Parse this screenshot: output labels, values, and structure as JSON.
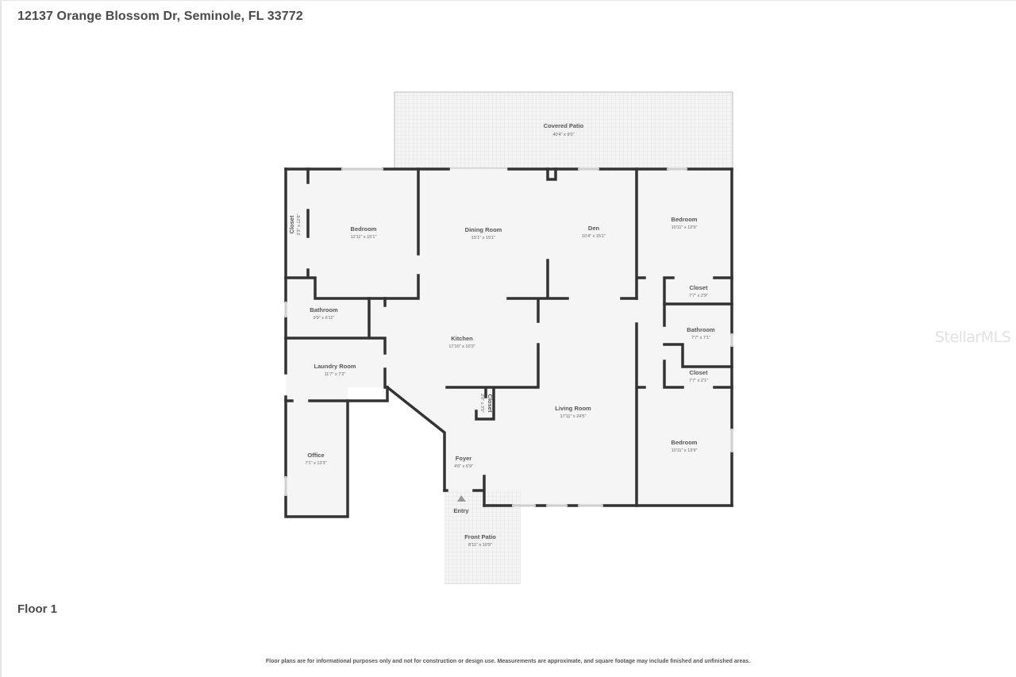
{
  "header": {
    "address": "12137 Orange Blossom Dr, Seminole, FL 33772"
  },
  "floor": {
    "label": "Floor 1"
  },
  "watermark": "StellarMLS",
  "disclaimer": "Floor plans are for informational purposes only and not for construction or design use. Measurements are approximate, and square footage may include finished and unfinished areas.",
  "colors": {
    "wall": "#333333",
    "floor": "#f5f5f5",
    "patio": "#f0f0f0",
    "window": "#d9d9d9",
    "text": "#4a4a4a"
  },
  "rooms": {
    "covered_patio": {
      "name": "Covered Patio",
      "dims": "40'4\" x 9'0\""
    },
    "bedroom_nw": {
      "name": "Bedroom",
      "dims": "12'11\" x 15'1\""
    },
    "closet_nw": {
      "name": "Closet",
      "dims": "2'3\" x 12'8\""
    },
    "dining_room": {
      "name": "Dining Room",
      "dims": "15'1\" x 15'1\""
    },
    "den": {
      "name": "Den",
      "dims": "10'4\" x 15'1\""
    },
    "bedroom_ne": {
      "name": "Bedroom",
      "dims": "10'11\" x 12'9\""
    },
    "closet_ne": {
      "name": "Closet",
      "dims": "7'7\" x 2'9\""
    },
    "bathroom_e": {
      "name": "Bathroom",
      "dims": "7'7\" x 7'1\""
    },
    "closet_e": {
      "name": "Closet",
      "dims": "7'7\" x 2'1\""
    },
    "bathroom_w": {
      "name": "Bathroom",
      "dims": "9'9\" x 6'11\""
    },
    "kitchen": {
      "name": "Kitchen",
      "dims": "17'10\" x 10'3\""
    },
    "laundry_room": {
      "name": "Laundry Room",
      "dims": "11'7\" x 7'2\""
    },
    "closet_center": {
      "name": "Closet",
      "dims": "2'0\" x 3'5\""
    },
    "living_room": {
      "name": "Living Room",
      "dims": "17'11\" x 24'5\""
    },
    "office": {
      "name": "Office",
      "dims": "7'1\" x 13'3\""
    },
    "foyer": {
      "name": "Foyer",
      "dims": "4'6\" x 6'9\""
    },
    "bedroom_se": {
      "name": "Bedroom",
      "dims": "10'11\" x 13'9\""
    },
    "entry": {
      "name": "Entry"
    },
    "front_patio": {
      "name": "Front Patio",
      "dims": "8'11\" x 10'9\""
    }
  }
}
